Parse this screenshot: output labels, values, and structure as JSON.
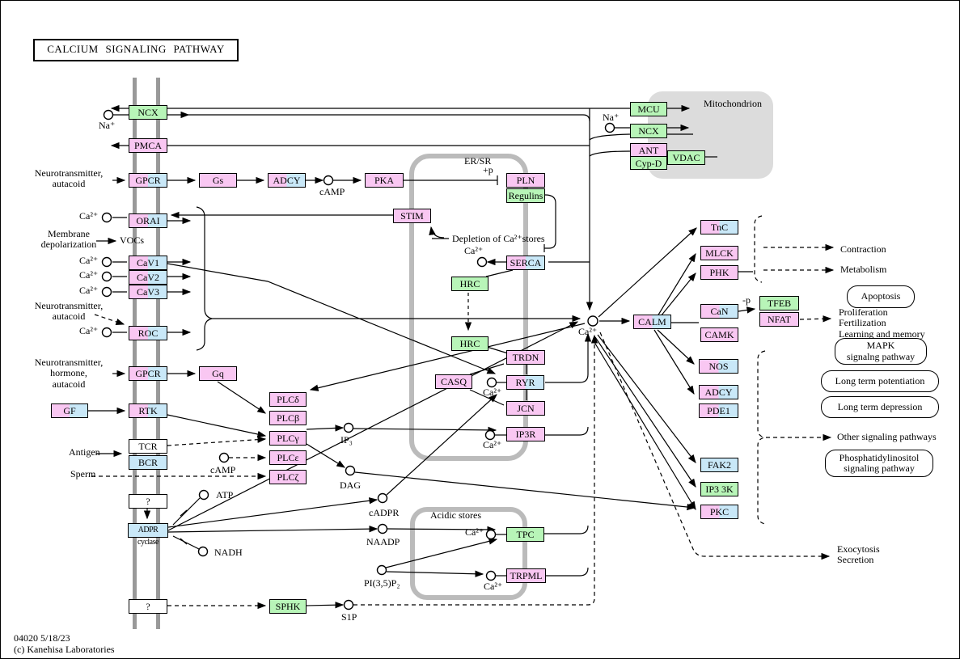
{
  "title": "CALCIUM SIGNALING PATHWAY",
  "footer": {
    "line1": "04020 5/18/23",
    "line2": "(c) Kanehisa Laboratories"
  },
  "compartments": {
    "er_sr": "ER/SR",
    "acidic_stores": "Acidic stores",
    "mitochondrion": "Mitochondrion"
  },
  "inputs": {
    "neurotransmitter_autacoid": "Neurotransmitter,\nautacoid",
    "membrane_depolarization": "Membrane\ndepolarization",
    "neurotransmitter_hormone_autacoid": "Neurotransmitter,\nhormone,\nautacoid",
    "antigen": "Antigen",
    "sperm": "Sperm",
    "vocs": "VOCs"
  },
  "annotations": {
    "plus_p": "+p",
    "minus_p": "-p",
    "depletion": "Depletion of Ca²⁺stores",
    "na_plus": "Na⁺",
    "ca2": "Ca²⁺",
    "camp": "cAMP"
  },
  "compounds": {
    "atp": "ATP",
    "nadh": "NADH",
    "ip3": "IP₃",
    "dag": "DAG",
    "cadpr": "cADPR",
    "naadp": "NAADP",
    "pi35p2": "PI(3,5)P₂",
    "s1p": "S1P"
  },
  "genes": {
    "ncx_pm": "NCX",
    "pmca": "PMCA",
    "gpcr1": "GPCR",
    "gs": "Gs",
    "adcy1": "ADCY",
    "pka": "PKA",
    "pln": "PLN",
    "regulins": "Regulins",
    "stim": "STIM",
    "orai": "ORAI",
    "cav1": "CaV1",
    "cav2": "CaV2",
    "cav3": "CaV3",
    "roc": "ROC",
    "serca": "SERCA",
    "hrc1": "HRC",
    "hrc2": "HRC",
    "trdn": "TRDN",
    "casq": "CASQ",
    "ryr": "RYR",
    "jcn": "JCN",
    "ip3r": "IP3R",
    "gpcr2": "GPCR",
    "gq": "Gq",
    "gf": "GF",
    "rtk": "RTK",
    "tcr": "TCR",
    "bcr": "BCR",
    "plcd": "PLCδ",
    "plcb": "PLCβ",
    "plcg": "PLCγ",
    "plce": "PLCε",
    "plcz": "PLCζ",
    "q1": "?",
    "adpr_cyclase": "ADPR cyclase",
    "q2": "?",
    "sphk": "SPHK",
    "mcu": "MCU",
    "ncx_mito": "NCX",
    "ant": "ANT",
    "cypd": "Cyp-D",
    "vdac": "VDAC",
    "tpc": "TPC",
    "trpml": "TRPML",
    "calm": "CALM",
    "tnc": "TnC",
    "mlck": "MLCK",
    "phk": "PHK",
    "can": "CaN",
    "camk": "CAMK",
    "tfeb": "TFEB",
    "nfat": "NFAT",
    "nos": "NOS",
    "adcy2": "ADCY",
    "pde1": "PDE1",
    "fak2": "FAK2",
    "ip33k": "IP3 3K",
    "pkc": "PKC"
  },
  "outcomes": {
    "contraction": "Contraction",
    "metabolism": "Metabolism",
    "apoptosis": "Apoptosis",
    "proliferation_block": "Proliferation\nFertilization\nLearning and memory",
    "mapk": "MAPK\nsignalng pathway",
    "ltp": "Long term potentiation",
    "ltd": "Long term depression",
    "other": "Other signaling pathways",
    "pi_pathway": "Phosphatidylinositol\nsignaling pathway",
    "exocytosis": "Exocytosis\nSecretion"
  }
}
